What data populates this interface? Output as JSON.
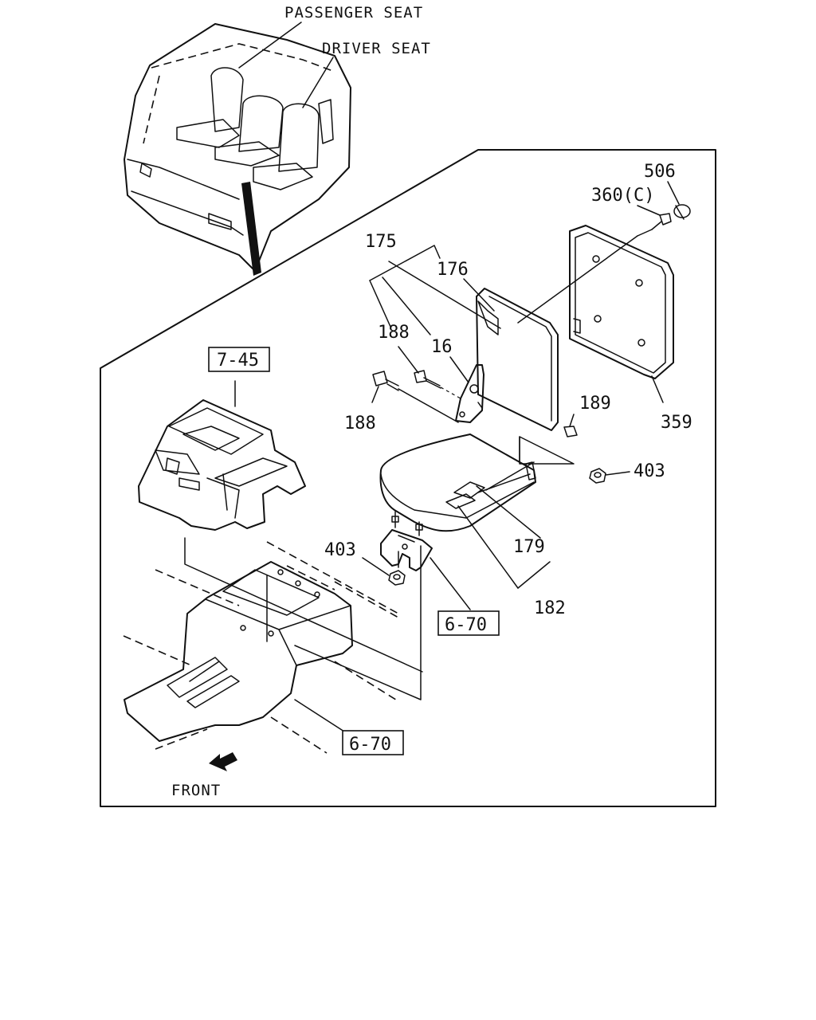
{
  "diagram": {
    "captions": {
      "passenger_seat": "PASSENGER SEAT",
      "driver_seat": "DRIVER SEAT",
      "front": "FRONT"
    },
    "part_numbers": {
      "p506": "506",
      "p360c": "360(C)",
      "p175": "175",
      "p176": "176",
      "p188_upper": "188",
      "p16": "16",
      "p188_lower": "188",
      "p189": "189",
      "p359": "359",
      "p403_right": "403",
      "p179": "179",
      "p403_left": "403",
      "p182": "182"
    },
    "references": {
      "ref_7_45": "7-45",
      "ref_6_70_upper": "6-70",
      "ref_6_70_lower": "6-70"
    }
  }
}
